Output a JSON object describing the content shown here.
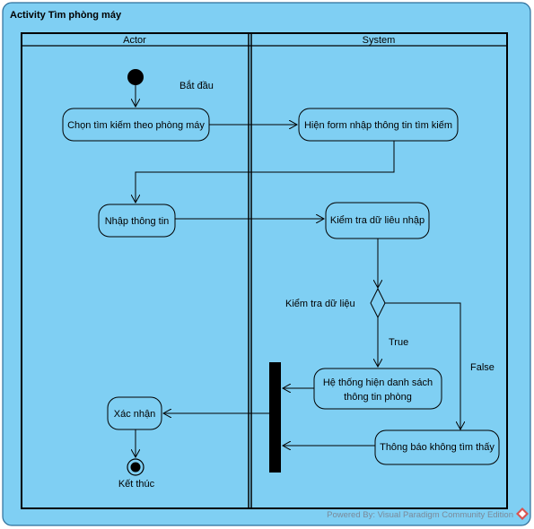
{
  "frame": {
    "title": "Activity Tìm phòng máy",
    "background": "#7fcff3",
    "border": "#2f6f9a"
  },
  "lanes": [
    {
      "name": "Actor"
    },
    {
      "name": "System"
    }
  ],
  "nodes": {
    "start_label": "Bắt đầu",
    "choose_search": "Chọn tìm kiếm theo phòng máy",
    "show_form": "Hiện form nhập thông tin tìm kiếm",
    "enter_info": "Nhập thông tin",
    "check_input": "Kiểm tra dữ liêu nhập",
    "decision_label": "Kiểm tra dữ liệu",
    "show_list_line1": "Hệ thống hiện danh sách",
    "show_list_line2": "thông tin phòng",
    "not_found": "Thông báo không tìm thấy",
    "confirm": "Xác nhận",
    "end_label": "Kết thúc"
  },
  "guards": {
    "true_label": "True",
    "false_label": "False"
  },
  "footer": {
    "watermark": "Powered By: Visual Paradigm Community Edition"
  },
  "colors": {
    "line": "#000000",
    "fork_bar": "#000000",
    "watermark": "#7a8a9a",
    "logo": "#d9534f"
  },
  "icons": {
    "logo": "visual-paradigm-logo-icon"
  }
}
